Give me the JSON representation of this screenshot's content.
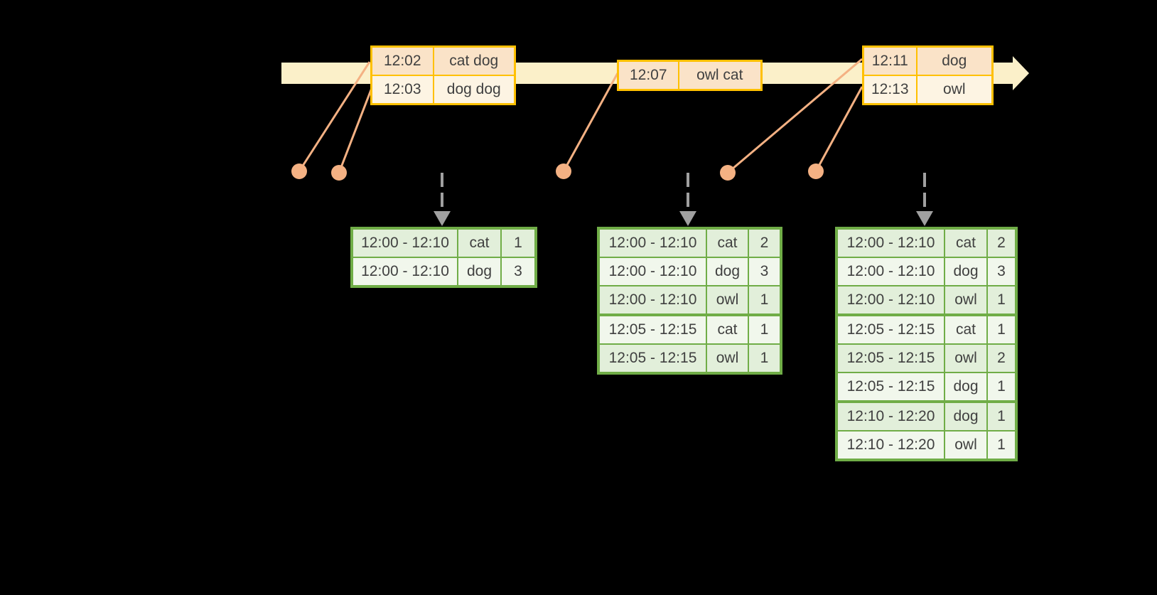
{
  "palette": {
    "background": "#000000",
    "timeline_band": "#FBF0C9",
    "event_table_border": "#FFC000",
    "event_row_peach": "#FAE3C8",
    "event_row_cream": "#FDF4E3",
    "connector_salmon": "#F4B183",
    "result_table_border": "#70AD47",
    "result_row_green": "#E2EFDA",
    "result_row_light": "#F1F7EC",
    "trigger_arrow_gray": "#A0A0A0",
    "text": "#404040"
  },
  "events": [
    {
      "rows": [
        {
          "time": "12:02",
          "words": "cat dog"
        },
        {
          "time": "12:03",
          "words": "dog dog"
        }
      ]
    },
    {
      "rows": [
        {
          "time": "12:07",
          "words": "owl cat"
        }
      ]
    },
    {
      "rows": [
        {
          "time": "12:11",
          "words": "dog"
        },
        {
          "time": "12:13",
          "words": "owl"
        }
      ]
    }
  ],
  "results": [
    {
      "rows": [
        {
          "window": "12:00 - 12:10",
          "word": "cat",
          "count": "1"
        },
        {
          "window": "12:00 - 12:10",
          "word": "dog",
          "count": "3"
        }
      ]
    },
    {
      "rows": [
        {
          "window": "12:00 - 12:10",
          "word": "cat",
          "count": "2"
        },
        {
          "window": "12:00 - 12:10",
          "word": "dog",
          "count": "3"
        },
        {
          "window": "12:00 - 12:10",
          "word": "owl",
          "count": "1"
        },
        {
          "window": "12:05 - 12:15",
          "word": "cat",
          "count": "1"
        },
        {
          "window": "12:05 - 12:15",
          "word": "owl",
          "count": "1"
        }
      ]
    },
    {
      "rows": [
        {
          "window": "12:00 - 12:10",
          "word": "cat",
          "count": "2"
        },
        {
          "window": "12:00 - 12:10",
          "word": "dog",
          "count": "3"
        },
        {
          "window": "12:00 - 12:10",
          "word": "owl",
          "count": "1"
        },
        {
          "window": "12:05 - 12:15",
          "word": "cat",
          "count": "1"
        },
        {
          "window": "12:05 - 12:15",
          "word": "owl",
          "count": "2"
        },
        {
          "window": "12:05 - 12:15",
          "word": "dog",
          "count": "1"
        },
        {
          "window": "12:10 - 12:20",
          "word": "dog",
          "count": "1"
        },
        {
          "window": "12:10 - 12:20",
          "word": "owl",
          "count": "1"
        }
      ]
    }
  ]
}
